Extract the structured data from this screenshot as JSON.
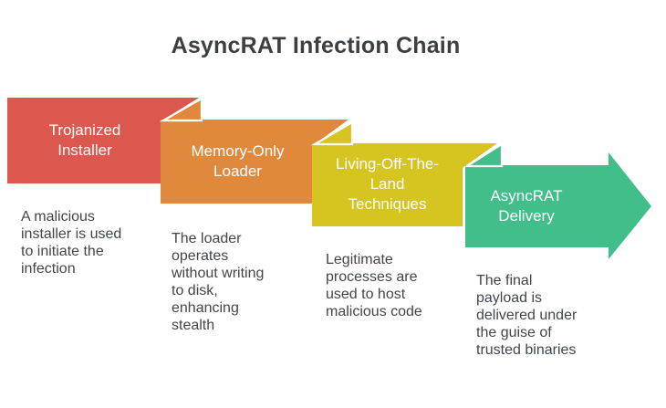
{
  "title": "AsyncRAT Infection Chain",
  "colors": {
    "step1_red": "#DC574E",
    "step2_orange": "#E0893C",
    "step3_yellow": "#D6C420",
    "step4_green": "#42BE8B",
    "title_text": "#3C4043",
    "description_text": "#41464B",
    "label_text": "#FFFFFF",
    "background": "#FFFFFF"
  },
  "steps": [
    {
      "label": "Trojanized\nInstaller",
      "description": "A malicious\ninstaller is used\nto initiate the\ninfection",
      "color": "#DC574E"
    },
    {
      "label": "Memory-Only\nLoader",
      "description": "The loader\noperates\nwithout writing\nto disk,\nenhancing\nstealth",
      "color": "#E0893C"
    },
    {
      "label": "Living-Off-The-\nLand\nTechniques",
      "description": "Legitimate\nprocesses are\nused to host\nmalicious code",
      "color": "#D6C420"
    },
    {
      "label": "AsyncRAT\nDelivery",
      "description": "The final\npayload is\ndelivered under\nthe guise of\ntrusted binaries",
      "color": "#42BE8B"
    }
  ]
}
